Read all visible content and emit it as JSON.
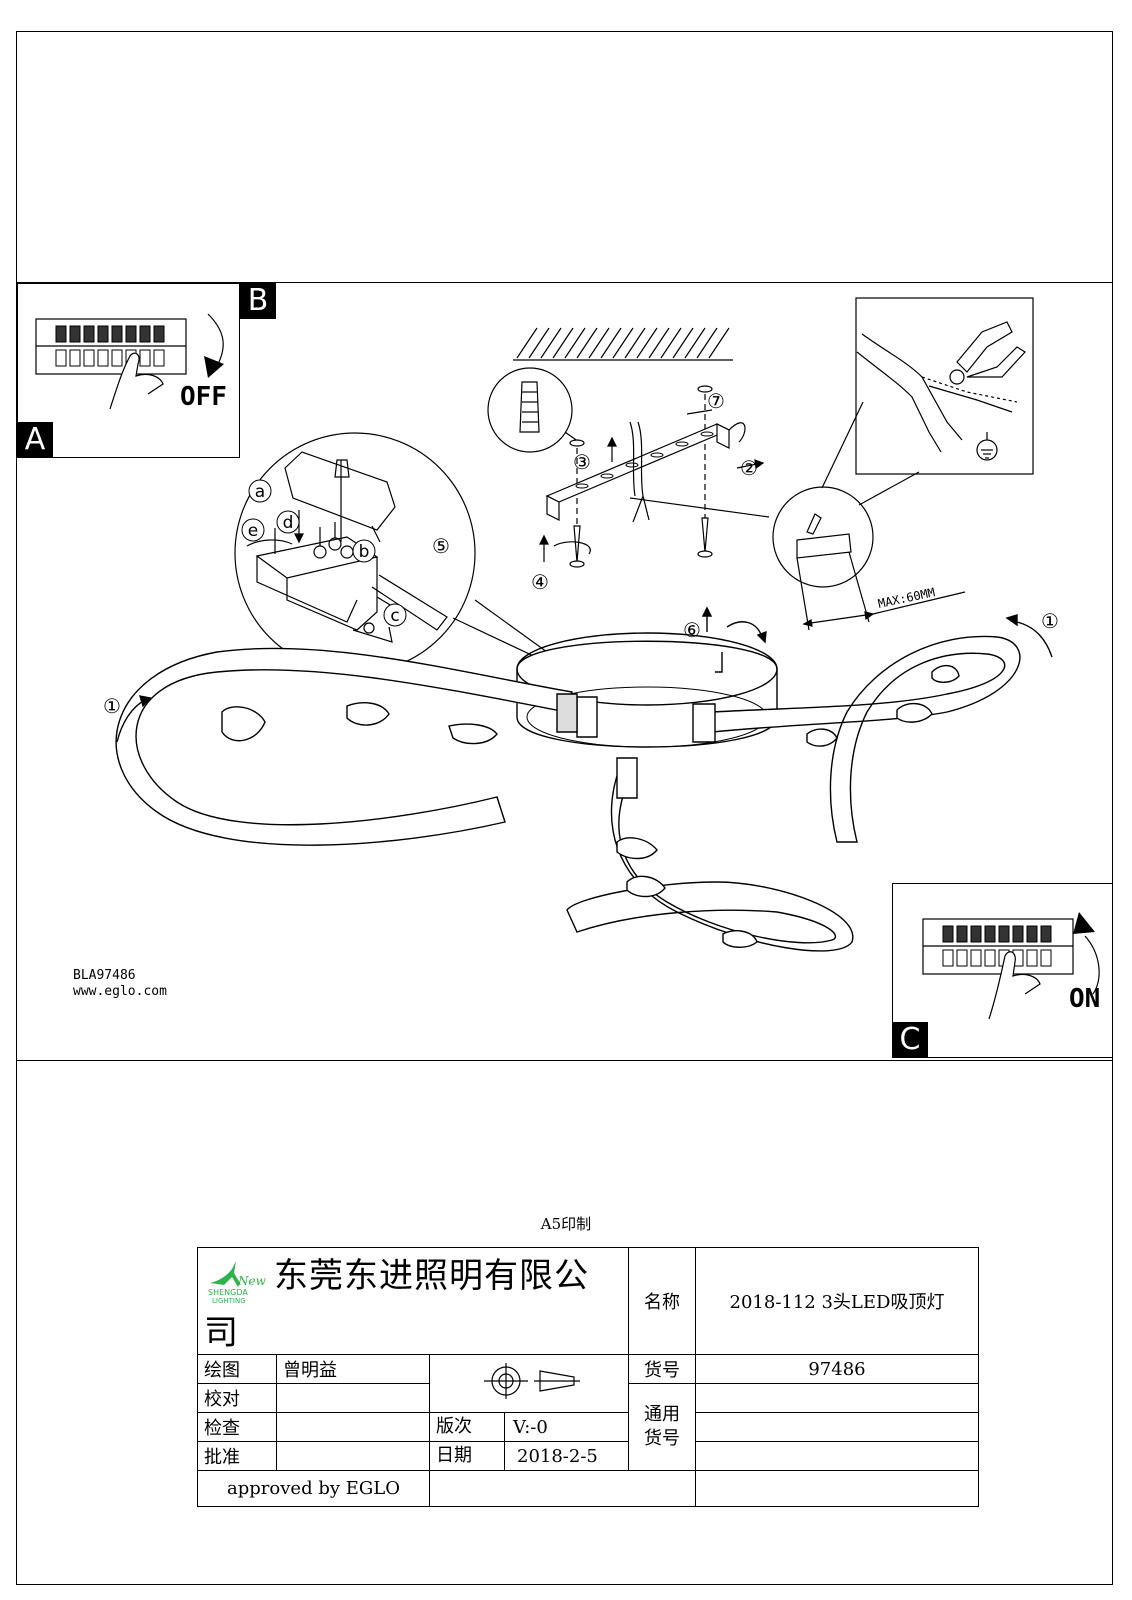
{
  "diagram": {
    "switch_off": {
      "letter": "B",
      "text": "OFF"
    },
    "switch_on": {
      "letter": "C",
      "text": "ON"
    },
    "corner_a": {
      "letter": "A"
    },
    "wiring_labels": [
      "a",
      "b",
      "c",
      "d",
      "e"
    ],
    "steps": [
      "①",
      "②",
      "③",
      "④",
      "⑤",
      "⑥",
      "⑦"
    ],
    "max_label": "MAX:60MM",
    "model": "BLA97486",
    "website": "www.eglo.com"
  },
  "print_note": "A5印制",
  "title_block": {
    "logo": {
      "brand": "SHENGDA",
      "sub": "LIGHTING",
      "mark": "New"
    },
    "company": "东莞东进照明有限公司",
    "name_label": "名称",
    "name_value": "2018-112  3头LED吸顶灯",
    "drawn_label": "绘图",
    "drawn_value": "曾明益",
    "check_label": "校对",
    "inspect_label": "检查",
    "approve_label": "批准",
    "item_label": "货号",
    "item_value": "97486",
    "general_item_label": "通用货号",
    "version_label": "版次",
    "version_value": "V:-0",
    "date_label": "日期",
    "date_value": "2018-2-5",
    "approved_by": "approved by EGLO"
  }
}
